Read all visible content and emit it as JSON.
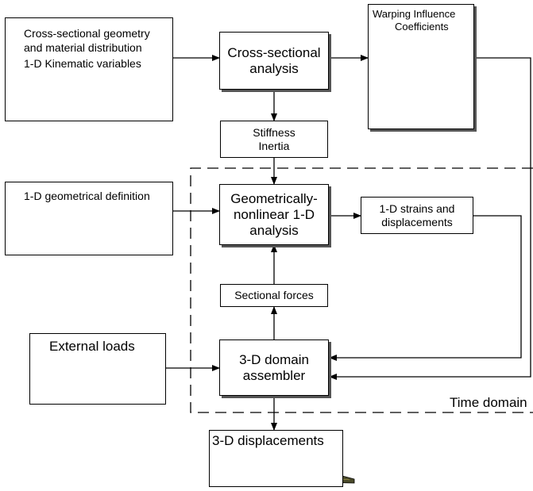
{
  "inputs_box": {
    "bullet_1_line_1": "Cross-sectional geometry",
    "bullet_1_line_2": "and material distribution",
    "bullet_2": "1-D Kinematic variables"
  },
  "cross_sectional_analysis": {
    "line_1": "Cross-sectional",
    "line_2": "analysis"
  },
  "warping": {
    "line_1": "Warping Influence",
    "line_2": "Coefficients"
  },
  "stiffness_inertia": {
    "line_1": "Stiffness",
    "line_2": "Inertia"
  },
  "geometrical_definition": {
    "label": "1-D geometrical definition"
  },
  "nonlinear_analysis": {
    "line_1": "Geometrically-",
    "line_2": "nonlinear 1-D",
    "line_3": "analysis"
  },
  "strains_displacements": {
    "line_1": "1-D strains and",
    "line_2": "displacements"
  },
  "sectional_forces": {
    "label": "Sectional forces"
  },
  "external_loads": {
    "label": "External loads"
  },
  "assembler": {
    "line_1": "3-D domain",
    "line_2": "assembler"
  },
  "time_domain": {
    "label": "Time domain"
  },
  "displacements_3d": {
    "label": "3-D displacements"
  }
}
